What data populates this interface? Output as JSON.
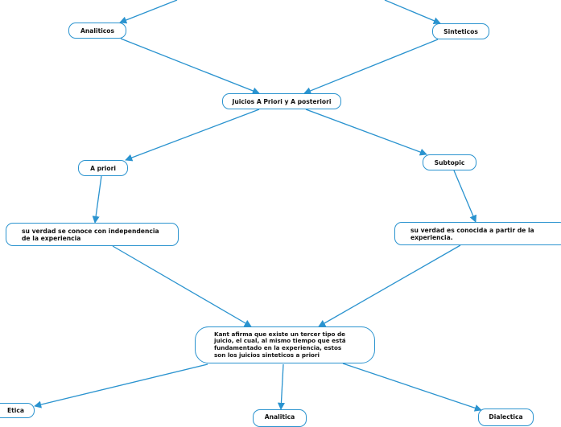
{
  "diagram": {
    "line_color": "#2a93cf",
    "nodes": {
      "analiticos": "Analiticos",
      "sinteticos": "Sinteticos",
      "juicios": "Juicios A Priori y A posteriori",
      "a_priori": "A priori",
      "subtopic": "Subtopic",
      "verdad_independencia": "su verdad se conoce con independencia de la experiencia",
      "verdad_conocida": "su verdad es conocida a partir de la experiencia.",
      "kant": "Kant afirma que existe un tercer tipo de juicio, el cual, al mismo tiempo que está fundamentado en la experiencia, estos son los juicios sinteticos a priori",
      "etica": "Etica",
      "analitica": "Analitica",
      "dialectica": "Dialectica"
    }
  }
}
